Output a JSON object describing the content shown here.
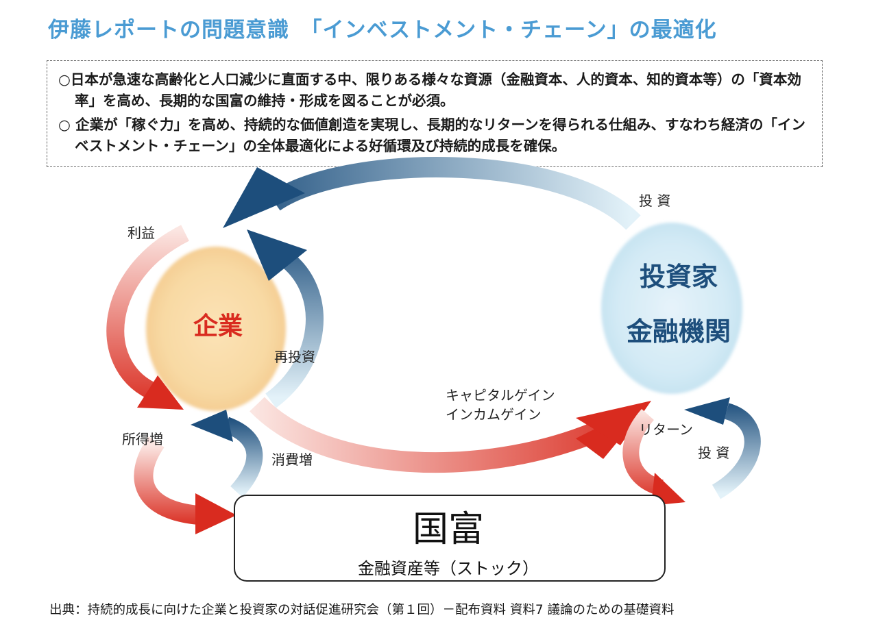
{
  "title": "伊藤レポートの問題意識　「インベストメント・チェーン」の最適化",
  "summary": {
    "items": [
      "○日本が急速な高齢化と人口減少に直面する中、限りある様々な資源（金融資本、人的資本、知的資本等）の「資本効率」を高め、長期的な国富の維持・形成を図ることが必須。",
      "○ 企業が「稼ぐ力」を高め、持続的な価値創造を実現し、長期的なリターンを得られる仕組み、すなわち経済の「インベストメント・チェーン」の全体最適化による好循環及び持続的成長を確保。"
    ]
  },
  "nodes": {
    "company": "企業",
    "investor_line1": "投資家",
    "investor_line2": "金融機関",
    "wealth_title": "国富",
    "wealth_subtitle": "金融資産等（ストック）"
  },
  "labels": {
    "investment_top": "投 資",
    "profit": "利益",
    "reinvestment": "再投資",
    "capital_gain": "キャピタルゲイン",
    "income_gain": "インカムゲイン",
    "income_increase": "所得増",
    "consumption_increase": "消費増",
    "return": "リターン",
    "investment_right": "投 資"
  },
  "colors": {
    "title": "#4a9bd3",
    "company_fill": "#f9ddaa",
    "company_text": "#d92b1f",
    "investor_fill": "#d6ecf6",
    "investor_text": "#1d4e7c",
    "arrow_blue": "#1d4e7c",
    "arrow_red": "#d92b1f"
  },
  "source": "出典：持続的成長に向けた企業と投資家の対話促進研究会（第１回）－配布資料 資料7 議論のための基礎資料"
}
